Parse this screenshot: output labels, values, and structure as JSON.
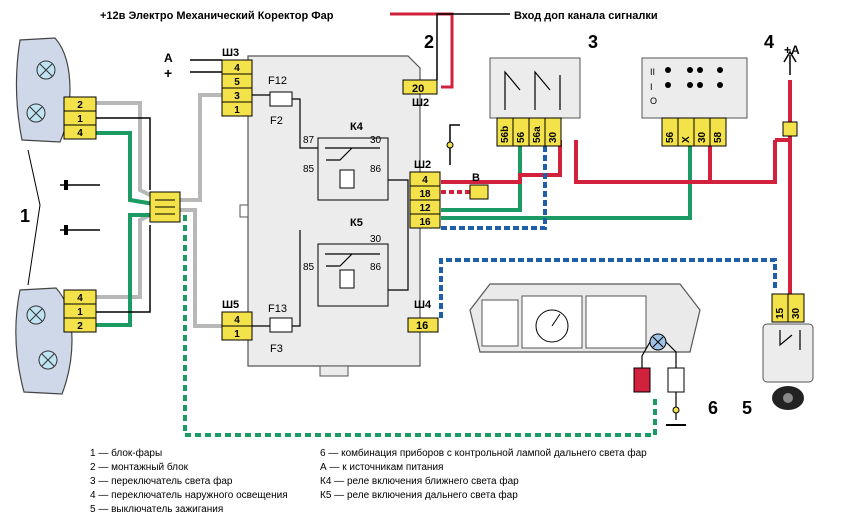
{
  "header": {
    "top_note": "+12в Электро Механический Коректор Фар",
    "alarm_input": "Вход доп канала сигналки"
  },
  "components": {
    "c1": "1",
    "c2": "2",
    "c3": "3",
    "c4": "4",
    "c5": "5",
    "c6": "6"
  },
  "block": {
    "sh3": "Ш3",
    "sh2_top": "Ш2",
    "sh2_mid": "Ш2",
    "sh5": "Ш5",
    "sh4": "Ш4",
    "f12": "F12",
    "f2": "F2",
    "f13": "F13",
    "f3": "F3",
    "k4": "К4",
    "k5": "К5",
    "k4_pins": [
      "87",
      "30",
      "85",
      "86"
    ],
    "k5_pins": [
      "30",
      "85",
      "86"
    ],
    "sh3_pins": [
      "4",
      "5",
      "3",
      "1"
    ],
    "sh2_pins": [
      "4",
      "18",
      "12",
      "16"
    ],
    "sh5_pins": [
      "4",
      "1"
    ],
    "sh4_pin": "16",
    "pin20": "20"
  },
  "headlamp": {
    "upper_pins": [
      "2",
      "1",
      "4"
    ],
    "lower_pins": [
      "4",
      "1",
      "2"
    ]
  },
  "power": {
    "a_label": "А",
    "plus": "+",
    "plus_a": "+А"
  },
  "b_connector": "В",
  "switch3_pins": [
    "56b",
    "56",
    "56a",
    "30"
  ],
  "switch4_pins": [
    "56",
    "X",
    "30",
    "58"
  ],
  "switch4_positions": [
    "II",
    "I",
    "O"
  ],
  "ign_pins": [
    "15",
    "30"
  ],
  "legend": {
    "left": [
      "1 — блок-фары",
      "2 — монтажный блок",
      "3 — переключатель света фар",
      "4 — переключатель наружного освещения",
      "5 — выключатель зажигания"
    ],
    "right": [
      "6 — комбинация приборов с контрольной лампой дальнего света фар",
      "А — к источникам питания",
      "К4 — реле включения ближнего света фар",
      "К5 — реле включения дальнего света фар"
    ]
  },
  "colors": {
    "red": "#d2213c",
    "green": "#1b9a64",
    "blue": "#1f5fa8",
    "grey": "#b8b8b8",
    "yellow": "#f3e24a",
    "block_fill": "#ececec"
  }
}
